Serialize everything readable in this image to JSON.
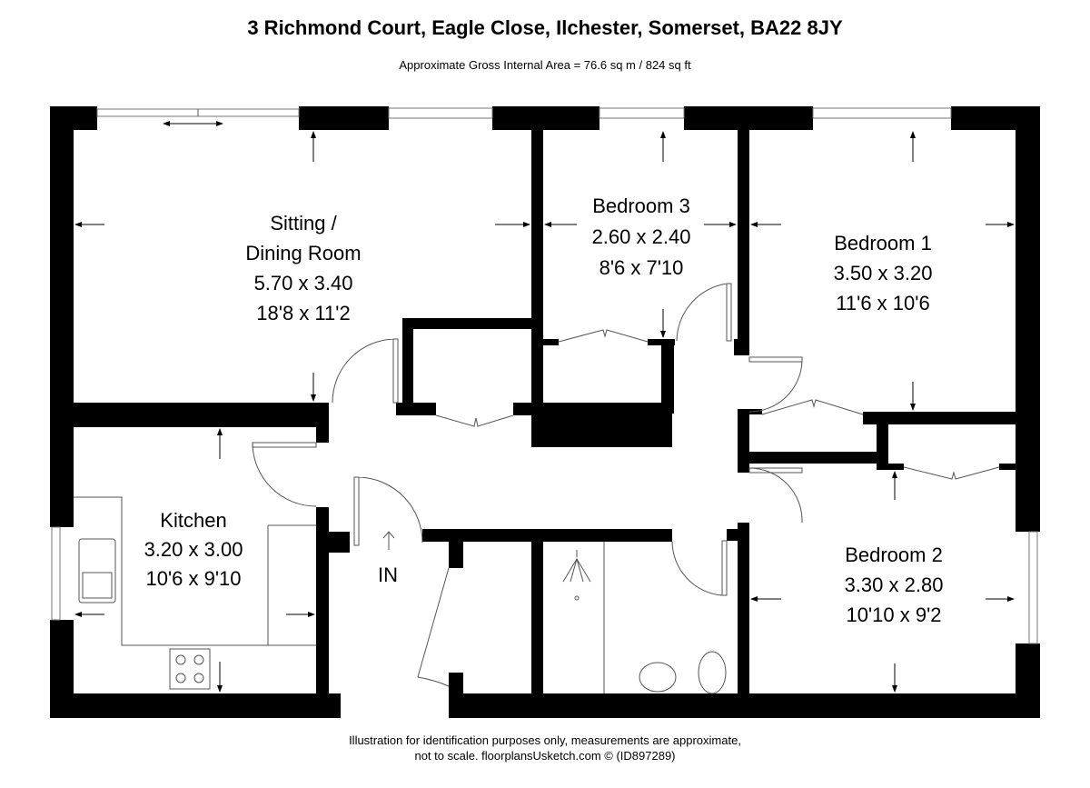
{
  "header": {
    "title": "3 Richmond Court, Eagle Close, Ilchester, Somerset, BA22 8JY",
    "area": "Approximate Gross Internal Area = 76.6 sq m / 824 sq ft"
  },
  "rooms": {
    "sitting": {
      "name1": "Sitting /",
      "name2": "Dining Room",
      "metric": "5.70 x 3.40",
      "imperial": "18'8 x 11'2"
    },
    "bedroom3": {
      "name": "Bedroom 3",
      "metric": "2.60 x 2.40",
      "imperial": "8'6 x 7'10"
    },
    "bedroom1": {
      "name": "Bedroom 1",
      "metric": "3.50 x 3.20",
      "imperial": "11'6 x 10'6"
    },
    "kitchen": {
      "name": "Kitchen",
      "metric": "3.20 x 3.00",
      "imperial": "10'6 x 9'10"
    },
    "bedroom2": {
      "name": "Bedroom 2",
      "metric": "3.30 x 2.80",
      "imperial": "10'10 x 9'2"
    },
    "entrance": {
      "label": "IN"
    }
  },
  "footer": {
    "line1": "Illustration for identification purposes only, measurements are approximate,",
    "line2": "not to scale. floorplansUsketch.com © (ID897289)"
  }
}
